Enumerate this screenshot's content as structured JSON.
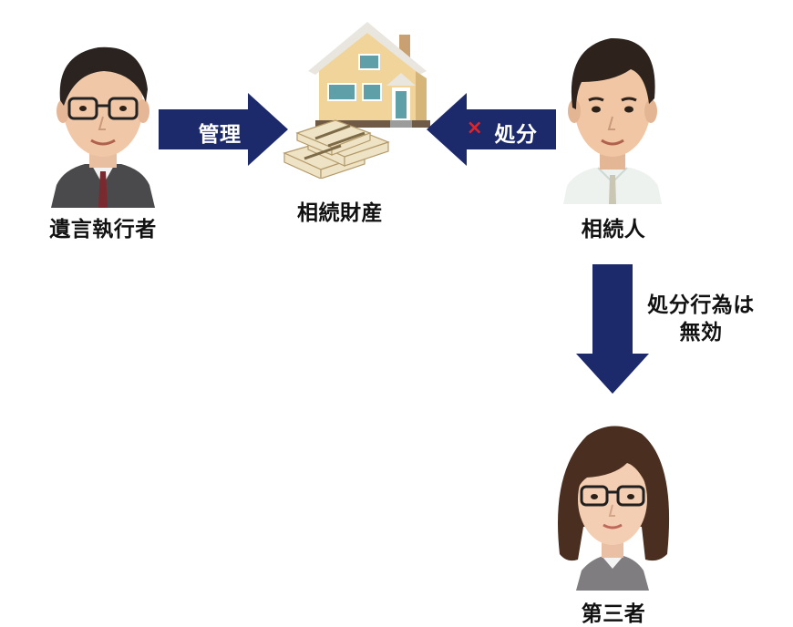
{
  "nodes": {
    "executor": {
      "label": "遺言執行者"
    },
    "estate": {
      "label": "相続財産"
    },
    "heir": {
      "label": "相続人"
    },
    "third_party": {
      "label": "第三者"
    }
  },
  "edges": {
    "manage": {
      "label": "管理"
    },
    "dispose": {
      "mark": "×",
      "label": "処分"
    },
    "invalid": {
      "line1": "処分行為は",
      "line2": "無効"
    }
  },
  "colors": {
    "arrow": "#1c2a6b",
    "cross": "#e0242a",
    "label_text": "#111111",
    "background": "#ffffff"
  },
  "icons": {
    "executor": "man-with-glasses-avatar",
    "heir": "young-man-avatar",
    "third_party": "woman-with-glasses-avatar",
    "house": "house-icon",
    "money": "banknote-stacks-icon"
  }
}
